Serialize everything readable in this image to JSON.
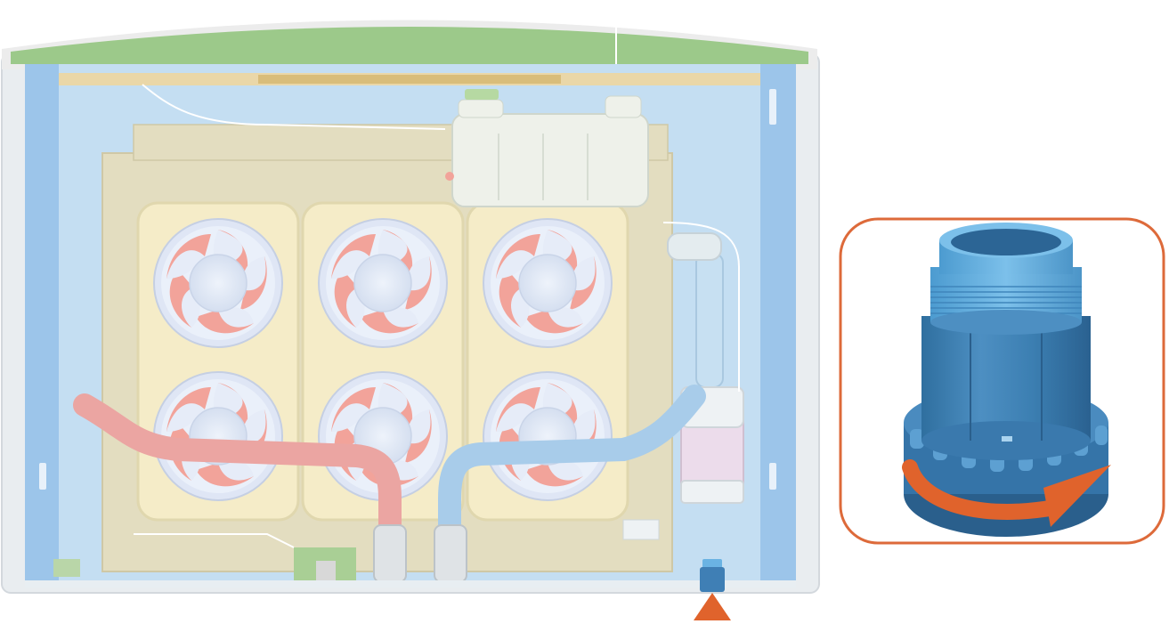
{
  "illustration": {
    "unit_view": {
      "components": [
        "green-top-cover",
        "blue-side-frame",
        "expansion-tank",
        "radiator-panel",
        "fan",
        "hot-hose",
        "cold-hose",
        "filter-housing",
        "drain-connector"
      ],
      "fan_count": 6
    },
    "callout": {
      "part": "drain-connector",
      "action": "rotate",
      "icon": "curved-arrow-icon"
    },
    "pointer": {
      "icon": "triangle-up-icon",
      "target": "drain-connector"
    },
    "colors": {
      "cover_green": "#9cc98a",
      "frame_blue": "#9cc5ea",
      "radiator": "#e3ddc0",
      "fan_blade": "#f2a39a",
      "hose_hot": "#eba5a2",
      "hose_cold": "#a8ccea",
      "connector_blue": "#3f7fb5",
      "accent_orange": "#e0632c",
      "callout_border": "#dd6a3a"
    }
  }
}
